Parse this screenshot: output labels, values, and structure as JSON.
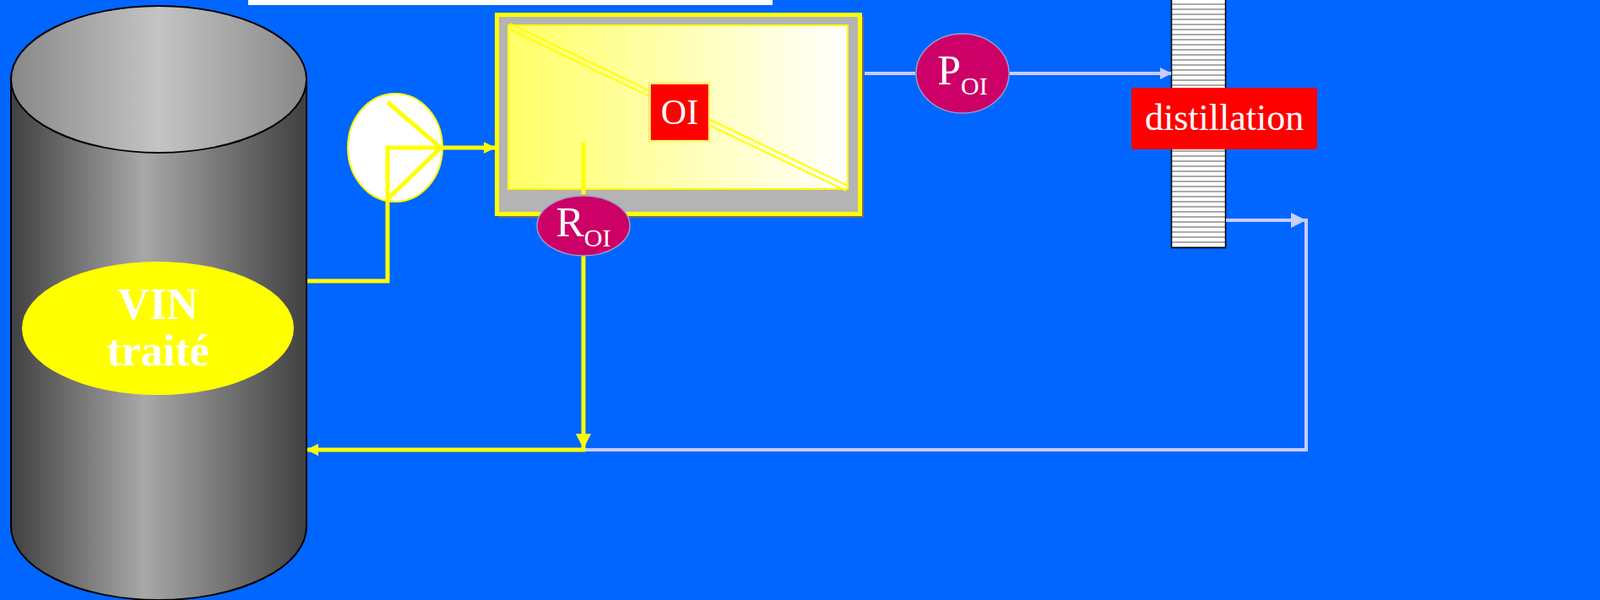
{
  "diagram": {
    "nodes": [
      {
        "text": [
          "VIN traité"
        ]
      },
      {
        "text": [
          "OI"
        ]
      },
      {
        "text": [
          "P",
          "OI"
        ]
      },
      {
        "text": [
          "R",
          "OI"
        ]
      },
      {
        "text": [
          "distillation"
        ]
      }
    ],
    "edges": [
      {
        "from": 0,
        "to": 1,
        "arrow": "to"
      },
      {
        "from": 1,
        "to": 2,
        "arrow": "none"
      },
      {
        "from": 2,
        "to": 4,
        "arrow": "to"
      },
      {
        "from": 4,
        "to": 0,
        "arrow": "to"
      },
      {
        "from": 1,
        "to": 3,
        "arrow": "none"
      },
      {
        "from": 3,
        "to": 0,
        "arrow": "to"
      }
    ]
  }
}
